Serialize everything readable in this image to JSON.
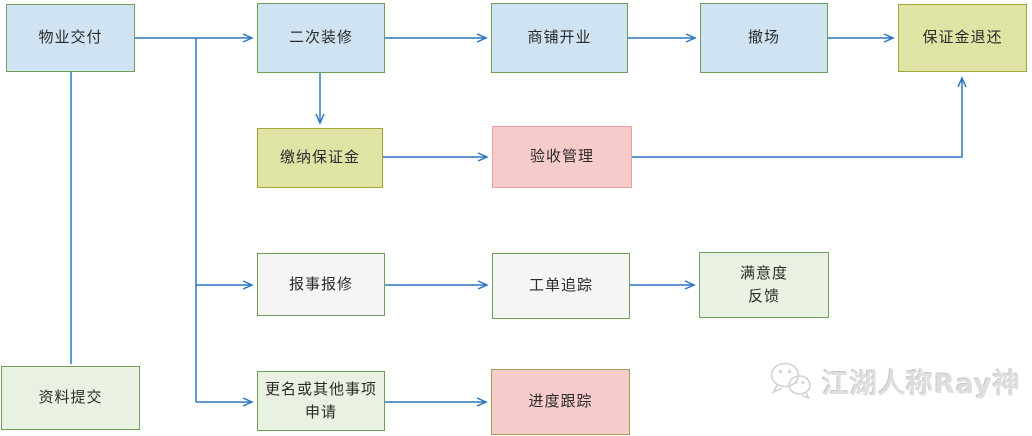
{
  "page": {
    "background": "#ffffff"
  },
  "palette": {
    "connector_blue": "#2e77c0",
    "blue_fill": "#cfe3f2",
    "olive_fill": "#dfe3a4",
    "olive_border": "#a3a43e",
    "pink_fill": "#f8cbcb",
    "salmon_border": "#e9a1a1",
    "gray_fill": "#f5f5f5",
    "green_fill": "#e9f2e2",
    "green_border": "#6f9e57",
    "text": "#2b2b2b",
    "watermark_gray": "#dedede"
  },
  "diagram": {
    "nodes": [
      {
        "id": "property-handover",
        "label": "物业交付",
        "style": "blue"
      },
      {
        "id": "secondary-renovation",
        "label": "二次装修",
        "style": "blue"
      },
      {
        "id": "shop-opening",
        "label": "商铺开业",
        "style": "blue"
      },
      {
        "id": "withdrawal",
        "label": "撤场",
        "style": "blue"
      },
      {
        "id": "deposit-refund",
        "label": "保证金退还",
        "style": "olive"
      },
      {
        "id": "pay-deposit",
        "label": "缴纳保证金",
        "style": "olive"
      },
      {
        "id": "acceptance-management",
        "label": "验收管理",
        "style": "pink-salmon"
      },
      {
        "id": "repair-report",
        "label": "报事报修",
        "style": "gray"
      },
      {
        "id": "work-order-tracking",
        "label": "工单追踪",
        "style": "gray"
      },
      {
        "id": "satisfaction-feedback",
        "label": "满意度\n反馈",
        "style": "green"
      },
      {
        "id": "document-submission",
        "label": "资料提交",
        "style": "green"
      },
      {
        "id": "rename-or-other-application",
        "label": "更名或其他事项\n申请",
        "style": "green"
      },
      {
        "id": "progress-tracking",
        "label": "进度跟踪",
        "style": "pink-olive"
      }
    ],
    "edges": [
      {
        "from": "物业交付",
        "to": "二次装修"
      },
      {
        "from": "物业交付",
        "to": "资料提交"
      },
      {
        "from": "物业交付",
        "to": "报事报修"
      },
      {
        "from": "物业交付",
        "to": "更名或其他事项申请"
      },
      {
        "from": "二次装修",
        "to": "缴纳保证金"
      },
      {
        "from": "二次装修",
        "to": "商铺开业"
      },
      {
        "from": "商铺开业",
        "to": "撤场"
      },
      {
        "from": "撤场",
        "to": "保证金退还"
      },
      {
        "from": "缴纳保证金",
        "to": "验收管理"
      },
      {
        "from": "验收管理",
        "to": "保证金退还"
      },
      {
        "from": "报事报修",
        "to": "工单追踪"
      },
      {
        "from": "工单追踪",
        "to": "满意度反馈"
      },
      {
        "from": "更名或其他事项申请",
        "to": "进度跟踪"
      }
    ]
  },
  "watermark": {
    "text": "江湖人称Ray神",
    "icon": "wechat-icon"
  }
}
